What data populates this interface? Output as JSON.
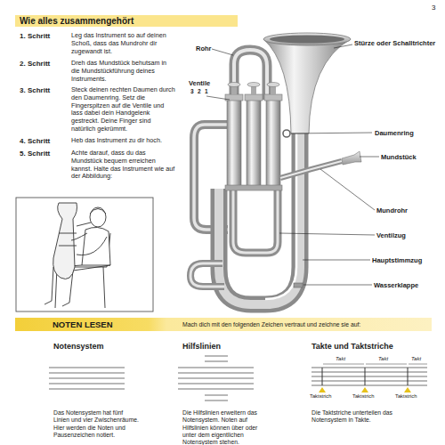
{
  "diagram": {
    "title": "Wie alles zusammengehört",
    "nodes": [
      {
        "text": [
          "NOTEN LESEN",
          "Mach dich mit den folgenden Zeichen vertraut und zeichne sie auf:"
        ]
      }
    ],
    "labels": [
      "3",
      "1. Schritt",
      "Leg das Instrument so auf deinen Schoß, dass das Mundrohr dir zugewandt ist.",
      "2. Schritt",
      "Dreh das Mundstück behutsam in die Mundstückführung deines Instruments.",
      "3. Schritt",
      "Steck deinen rechten Daumen durch den Daumenring. Setz die Fingerspitzen auf die Ventile und lass dabei dein Handgelenk gestreckt. Deine Finger sind natürlich gekrümmt.",
      "4. Schritt",
      "Heb das Instrument zu dir hoch.",
      "5. Schritt",
      "Achte darauf, dass du das Mundstück bequem erreichen kannst. Halte das Instrument wie auf der Abbildung:",
      "Rohr",
      "Stürze oder Schalltrichter",
      "Ventile",
      "3",
      "2",
      "1",
      "Daumenring",
      "Mundstück",
      "Mundrohr",
      "Ventilzug",
      "Hauptstimmzug",
      "Wasserklappe",
      "Notensystem",
      "Hilfslinien",
      "Takte und Taktstriche",
      "Takt",
      "Takt",
      "Takt",
      "Taktstrich",
      "Taktstrich",
      "Taktstrich",
      "Das Notensystem hat fünf Linien und vier Zwischenräume. Hier werden die Noten und Pausenzeichen notiert.",
      "Die Hilfslinien erweitern das Notensystem. Noten auf Hilfslinien können über oder unter dem eigentlichen Notensystem stehen.",
      "Die Taktstriche unterteilen das Notensystem in Takte."
    ]
  }
}
